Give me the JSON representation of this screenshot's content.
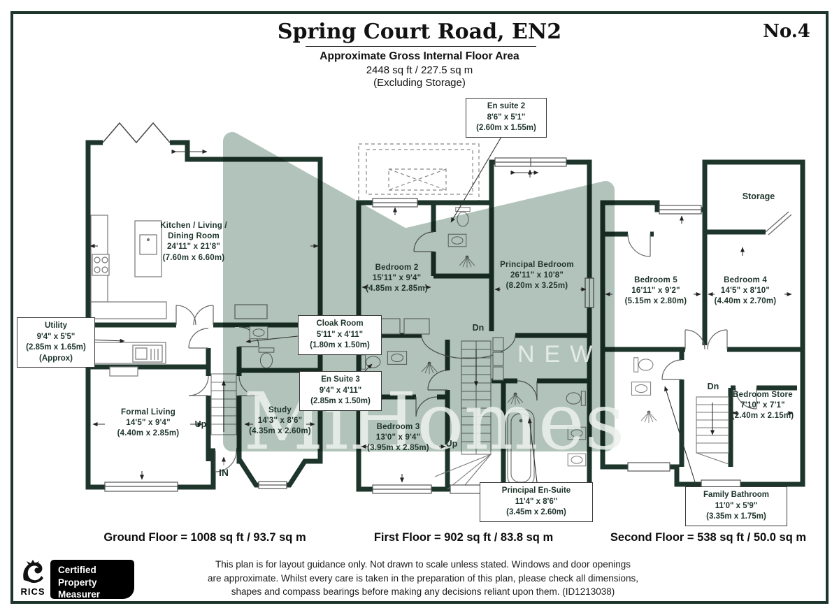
{
  "header": {
    "title": "Spring Court Road, EN2",
    "subtitle": "Approximate Gross Internal Floor Area",
    "area": "2448 sq ft / 227.5 sq m",
    "excluding": "(Excluding Storage)",
    "plot_number": "No.4"
  },
  "watermark": {
    "line1": "NEW",
    "line2": "MiHomes",
    "fill": "#b2c3bb"
  },
  "colors": {
    "wall": "#1d352b",
    "label": "#1e342a",
    "thin_line": "#777777"
  },
  "ground": {
    "total": "Ground Floor  = 1008 sq ft / 93.7 sq m",
    "kitchen": {
      "l1": "Kitchen / Living /",
      "l2": "Dining Room",
      "l3": "24'11\" x 21'8\"",
      "l4": "(7.60m x 6.60m)"
    },
    "formal_living": {
      "l1": "Formal Living",
      "l2": "14'5\" x 9'4\"",
      "l3": "(4.40m x 2.85m)"
    },
    "study": {
      "l1": "Study",
      "l2": "14'3\" x 8'6\"",
      "l3": "(4.35m x 2.60m)"
    },
    "up": "Up",
    "in": "IN"
  },
  "first": {
    "total": "First Floor  = 902 sq ft / 83.8 sq m",
    "bedroom2": {
      "l1": "Bedroom 2",
      "l2": "15'11\" x 9'4\"",
      "l3": "(4.85m x 2.85m)"
    },
    "principal_bedroom": {
      "l1": "Principal Bedroom",
      "l2": "26'11\" x 10'8\"",
      "l3": "(8.20m x 3.25m)"
    },
    "bedroom3": {
      "l1": "Bedroom 3",
      "l2": "13'0\" x 9'4\"",
      "l3": "(3.95m x 2.85m)"
    },
    "dn": "Dn",
    "up": "Up"
  },
  "second": {
    "total": "Second Floor  = 538 sq ft / 50.0 sq m",
    "storage": "Storage",
    "bedroom5": {
      "l1": "Bedroom 5",
      "l2": "16'11\" x 9'2\"",
      "l3": "(5.15m x 2.80m)"
    },
    "bedroom4": {
      "l1": "Bedroom 4",
      "l2": "14'5\" x 8'10\"",
      "l3": "(4.40m x 2.70m)"
    },
    "bedroom_store": {
      "l1": "Bedroom Store",
      "l2": "7'10\" x 7'1\"",
      "l3": "(2.40m x 2.15m)"
    },
    "dn": "Dn"
  },
  "callouts": {
    "utility": {
      "l1": "Utility",
      "l2": "9'4\" x 5'5\"",
      "l3": "(2.85m x 1.65m)",
      "l4": "(Approx)"
    },
    "cloak_room": {
      "l1": "Cloak Room",
      "l2": "5'11\" x 4'11\"",
      "l3": "(1.80m x 1.50m)"
    },
    "en_suite_2": {
      "l1": "En suite 2",
      "l2": "8'6\" x 5'1\"",
      "l3": "(2.60m x 1.55m)"
    },
    "en_suite_3": {
      "l1": "En Suite 3",
      "l2": "9'4\" x 4'11\"",
      "l3": "(2.85m x 1.50m)"
    },
    "principal_en_suite": {
      "l1": "Principal En-Suite",
      "l2": "11'4\" x 8'6\"",
      "l3": "(3.45m x 2.60m)"
    },
    "family_bathroom": {
      "l1": "Family Bathroom",
      "l2": "11'0\" x 5'9\"",
      "l3": "(3.35m x 1.75m)"
    }
  },
  "footer": {
    "disclaimer1": "This plan is for layout guidance only. Not drawn to scale unless stated. Windows and door openings",
    "disclaimer2": "are approximate. Whilst every care is taken in the preparation of this plan, please check all dimensions,",
    "disclaimer3": "shapes and compass bearings before making any decisions reliant upon them. (ID1213038)",
    "rics": "RICS",
    "cpm1": "Certified",
    "cpm2": "Property",
    "cpm3": "Measurer"
  }
}
